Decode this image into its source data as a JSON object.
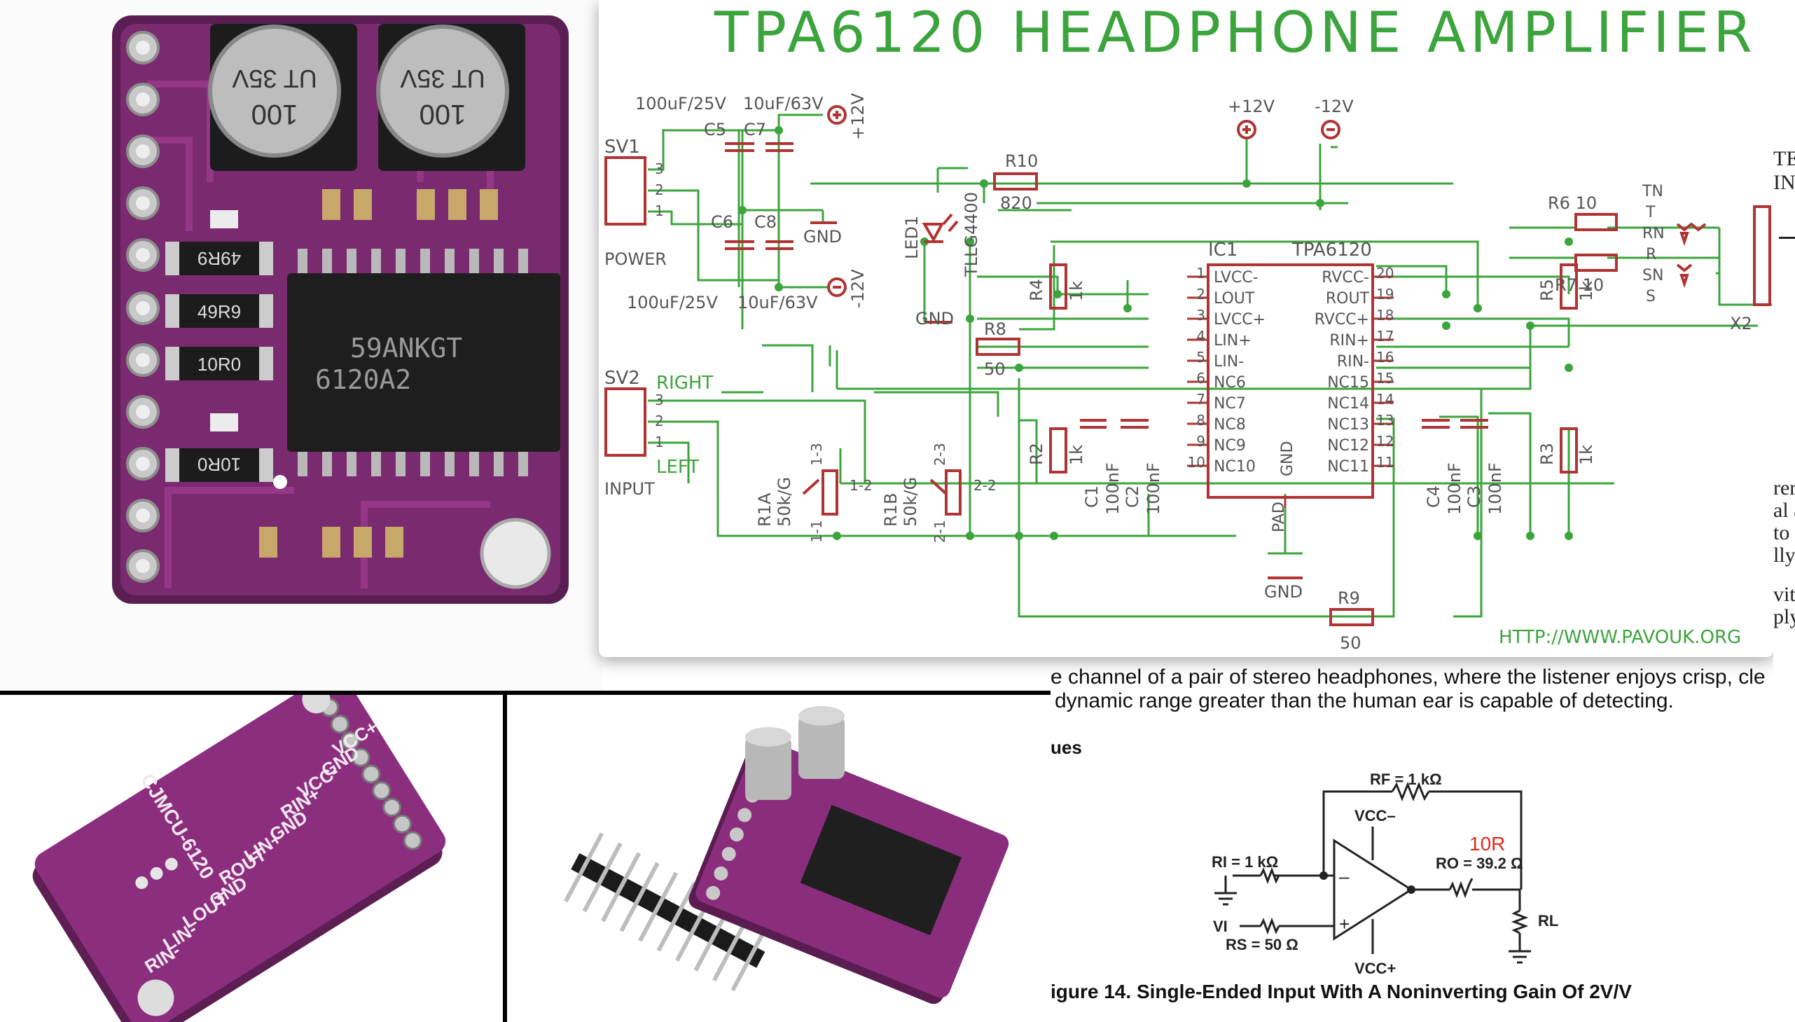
{
  "schematic": {
    "title": "TPA6120 HEADPHONE AMPLIFIER",
    "url": "HTTP://WWW.PAVOUK.ORG",
    "colors": {
      "wire": "#3ca43c",
      "part": "#b03434",
      "text": "#555555",
      "title": "#3ca43c"
    },
    "power_connector": {
      "ref": "SV1",
      "label": "POWER",
      "pins": [
        "3",
        "2",
        "1"
      ]
    },
    "input_connector": {
      "ref": "SV2",
      "label": "INPUT",
      "right": "RIGHT",
      "left": "LEFT",
      "pins": [
        "3",
        "2",
        "1"
      ]
    },
    "supply": {
      "c5_val": "100uF/25V",
      "c7_val": "10uF/63V",
      "c6_val": "100uF/25V",
      "c8_val": "10uF/63V",
      "c5": "C5",
      "c7": "C7",
      "c6": "C6",
      "c8": "C8",
      "pos": "+12V",
      "neg": "-12V",
      "gnd": "GND"
    },
    "rails": {
      "pos": "+12V",
      "neg": "-12V"
    },
    "led": {
      "ref": "LED1",
      "part": "TLLG4400",
      "gnd": "GND"
    },
    "resistors": {
      "r10": "R10",
      "r10_val": "820",
      "r8": "R8",
      "r8_val": "50",
      "r9": "R9",
      "r9_val": "50",
      "r4": "R4",
      "r4_val": "1k",
      "r2": "R2",
      "r2_val": "1k",
      "r5": "R5",
      "r5_val": "1k",
      "r3": "R3",
      "r3_val": "1k",
      "r6": "R6 10",
      "r7": "R7 10"
    },
    "pots": {
      "r1a": "R1A",
      "r1a_val": "50k/G",
      "r1b": "R1B",
      "r1b_val": "50k/G",
      "p13": "1-3",
      "p12": "1-2",
      "p11": "1-1",
      "p23": "2-3",
      "p22": "2-2",
      "p21": "2-1"
    },
    "caps": {
      "c1": "C1",
      "c1_val": "100nF",
      "c2": "C2",
      "c2_val": "100nF",
      "c4": "C4",
      "c4_val": "100nF",
      "c3": "C3",
      "c3_val": "100nF"
    },
    "ic": {
      "ref": "IC1",
      "part": "TPA6120",
      "gnd": "GND",
      "pad": "PAD",
      "gnd_bottom": "GND",
      "left_pins": [
        {
          "num": "1",
          "name": "LVCC-"
        },
        {
          "num": "2",
          "name": "LOUT"
        },
        {
          "num": "3",
          "name": "LVCC+"
        },
        {
          "num": "4",
          "name": "LIN+"
        },
        {
          "num": "5",
          "name": "LIN-"
        },
        {
          "num": "6",
          "name": "NC6"
        },
        {
          "num": "7",
          "name": "NC7"
        },
        {
          "num": "8",
          "name": "NC8"
        },
        {
          "num": "9",
          "name": "NC9"
        },
        {
          "num": "10",
          "name": "NC10"
        }
      ],
      "right_pins": [
        {
          "num": "20",
          "name": "RVCC-"
        },
        {
          "num": "19",
          "name": "ROUT"
        },
        {
          "num": "18",
          "name": "RVCC+"
        },
        {
          "num": "17",
          "name": "RIN+"
        },
        {
          "num": "16",
          "name": "RIN-"
        },
        {
          "num": "15",
          "name": "NC15"
        },
        {
          "num": "14",
          "name": "NC14"
        },
        {
          "num": "13",
          "name": "NC13"
        },
        {
          "num": "12",
          "name": "NC12"
        },
        {
          "num": "11",
          "name": "NC11"
        }
      ]
    },
    "jack": {
      "ref": "X2",
      "pins": [
        "TN",
        "T",
        "RN",
        "R",
        "SN",
        "S"
      ]
    }
  },
  "photos": {
    "chip_line1": "59ANKGT",
    "chip_line2": "6120A2",
    "cap_text_top": "UT 35V",
    "cap_text_bottom": "100",
    "resistor_codes": [
      "49R9",
      "49R9",
      "10R0",
      "10R0"
    ],
    "board_name": "CJMCU-6120",
    "pin_labels": [
      "VCC+",
      "GND",
      "VCC-",
      "RIN+",
      "GND",
      "LIN+",
      "ROUT",
      "GND",
      "LOUT",
      "LIN-",
      "RIN-"
    ]
  },
  "datasheet": {
    "line1": "e channel of a pair of stereo headphones, where the listener enjoys crisp, cle",
    "line2": "dynamic range greater than the human ear is capable of detecting.",
    "section": "ues",
    "rf": "RF = 1 kΩ",
    "ri": "RI = 1 kΩ",
    "rs": "RS = 50 Ω",
    "ro": "RO = 39.2 Ω",
    "ro_note": "10R",
    "vcc_minus": "VCC–",
    "vcc_plus": "VCC+",
    "vi": "VI",
    "rl": "RL",
    "caption": "igure 14.  Single-Ended Input With A Noninverting Gain Of 2V/V"
  },
  "edge_fragments": [
    "TEX",
    "INS",
    "rer",
    "al a",
    "to",
    "lly",
    "vith",
    "ply"
  ]
}
